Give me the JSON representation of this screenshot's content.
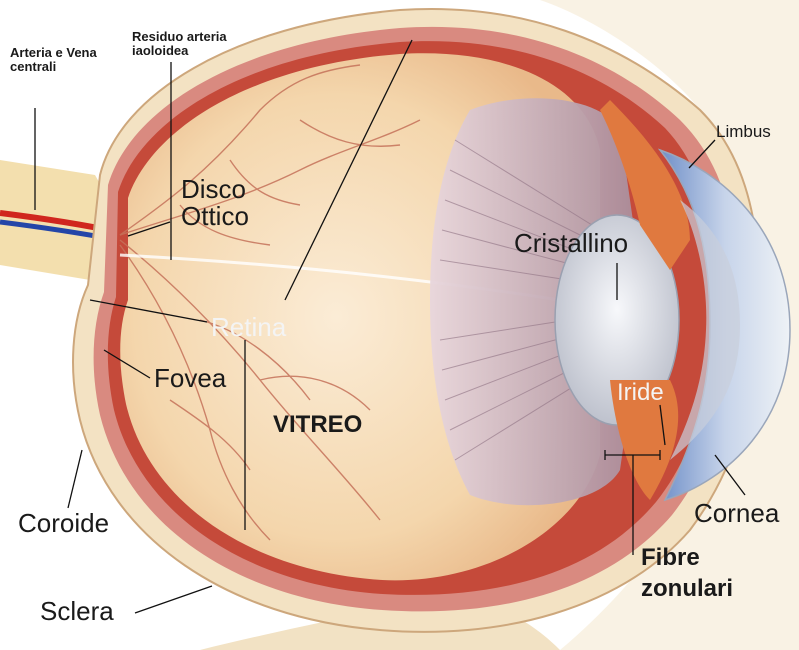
{
  "labels": {
    "arteria_vena": "Arteria e Vena centrali",
    "residuo": "Residuo arteria iaoloidea",
    "disco_ottico": "Disco Ottico",
    "retina": "Retina",
    "fovea": "Fovea",
    "vitreo": "VITREO",
    "coroide": "Coroide",
    "sclera": "Sclera",
    "cristallino": "Cristallino",
    "iride": "Iride",
    "limbus": "Limbus",
    "cornea": "Cornea",
    "fibre_zonulari": "Fibre zonulari"
  },
  "colors": {
    "sclera": "#f3e2c3",
    "choroid": "#d98a80",
    "retina_red": "#c54a3a",
    "vitreous": "#f4d6ac",
    "vitreous_light": "#fbecd6",
    "vessel": "#c5725a",
    "lens": "#dfe2ea",
    "ciliary": "#c9a9b5",
    "cornea": "#e9eef3",
    "iris_blue": "#6f8fc8",
    "artery": "#d0261e",
    "vein": "#2446a8"
  }
}
